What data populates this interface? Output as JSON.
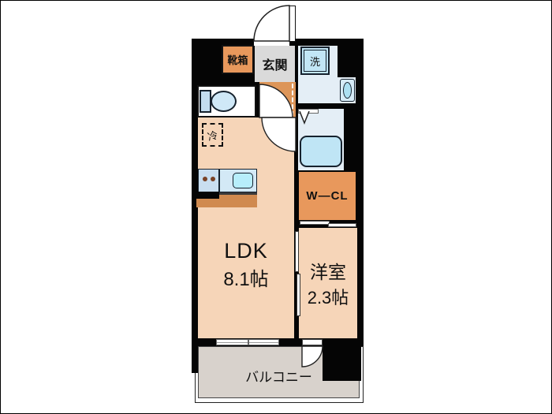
{
  "plan": {
    "entrance": {
      "label": "玄関"
    },
    "shoe_box": {
      "label": "靴箱"
    },
    "washer": {
      "label": "洗"
    },
    "walk_in_closet": {
      "label": "W—CL"
    },
    "ldk": {
      "label": "LDK",
      "size": "8.1帖"
    },
    "western_room": {
      "label": "洋室",
      "size": "2.3帖"
    },
    "balcony": {
      "label": "バルコニー"
    },
    "refrigerator": {
      "label": "冷"
    }
  },
  "colors": {
    "wall": "#050505",
    "room_floor": "#f6d5b8",
    "accent_orange": "#e8985c",
    "entrance_gray": "#dadada",
    "balcony_gray": "#d8d2cc",
    "fixture_blue": "#c2e6f6",
    "pale_blue": "#e4eef6"
  }
}
